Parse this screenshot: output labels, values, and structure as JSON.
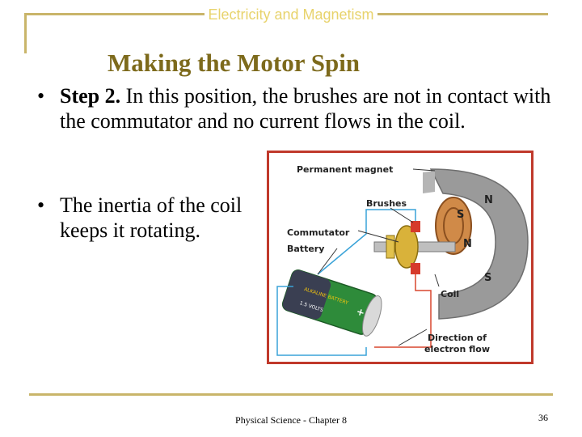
{
  "header": {
    "title": "Electricity and Magnetism"
  },
  "slide": {
    "title": "Making the Motor Spin",
    "bullets": [
      {
        "lead": "Step 2.",
        "text": "  In this position, the brushes are not in contact with the commutator and no current flows in the coil."
      },
      {
        "lead": "",
        "text": "The inertia of the coil keeps it rotating."
      }
    ],
    "bullet_symbol": "•"
  },
  "figure": {
    "labels": {
      "magnet": "Permanent magnet",
      "brushes": "Brushes",
      "commutator": "Commutator",
      "battery": "Battery",
      "coil": "Coil",
      "direction_line1": "Direction of",
      "direction_line2": "electron flow"
    },
    "poles": {
      "n_top": "N",
      "s_top": "S",
      "n_mid": "N",
      "s_bottom": "S"
    },
    "battery_text": {
      "brand": "ALKALINE BATTERY",
      "volts": "1.5 VOLTS",
      "plus": "+"
    },
    "colors": {
      "border": "#c0392b",
      "battery_green": "#2e8b3a",
      "coil_copper": "#c87533",
      "magnet_gray": "#9a9a9a"
    }
  },
  "footer": {
    "text": "Physical Science - Chapter 8",
    "page": "36"
  }
}
